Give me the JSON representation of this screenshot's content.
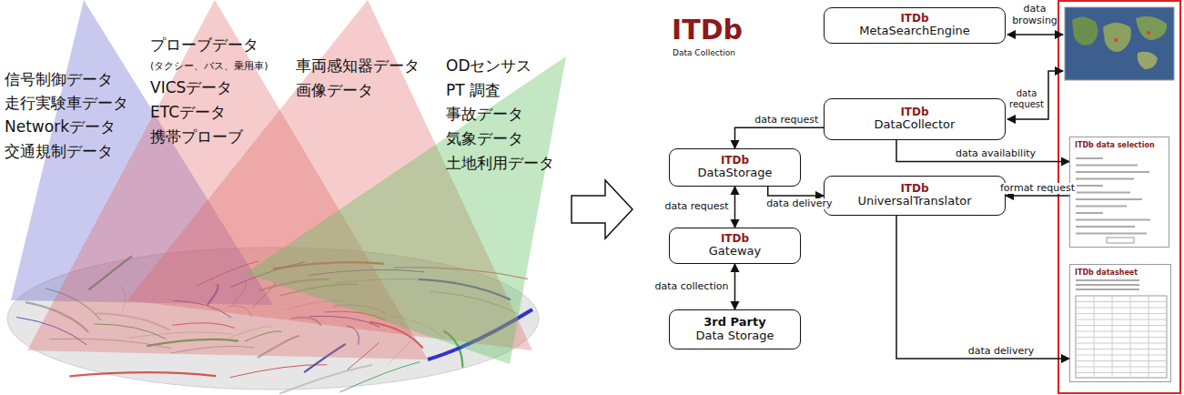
{
  "diagram": {
    "nodes": [
      {
        "text": [
          "ITDb",
          "MetaSearchEngine"
        ]
      },
      {
        "text": [
          "ITDb",
          "DataCollector"
        ]
      },
      {
        "text": [
          "ITDb",
          "DataStorage"
        ]
      },
      {
        "text": [
          "ITDb",
          "UniversalTranslator"
        ]
      },
      {
        "text": [
          "ITDb",
          "Gateway"
        ]
      },
      {
        "text": [
          "3rd Party",
          "Data Storage"
        ]
      },
      {
        "text": [
          "ITDb data selection"
        ]
      },
      {
        "text": [
          "ITDb datasheet"
        ]
      }
    ],
    "edges": [
      {
        "from": 1,
        "to": 2,
        "label": "data request",
        "arrow": "to"
      },
      {
        "from": 2,
        "to": 3,
        "label": "data delivery",
        "arrow": "to"
      },
      {
        "from": 2,
        "to": 4,
        "label": "data request",
        "arrow": "both"
      },
      {
        "from": 4,
        "to": 5,
        "label": "data collection",
        "arrow": "both"
      },
      {
        "from": 1,
        "to": 6,
        "label": "data availability",
        "arrow": "to"
      },
      {
        "from": 6,
        "to": 3,
        "label": "format request",
        "arrow": "to"
      },
      {
        "from": 3,
        "to": 7,
        "label": "data delivery",
        "arrow": "to"
      }
    ],
    "labels": [
      "信号制御データ",
      "走行実験車データ",
      "Networkデータ",
      "交通規制データ",
      "プローブデータ",
      "(タクシー、バス、乗用車)",
      "VICSデータ",
      "ETCデータ",
      "携帯プローブ",
      "車両感知器データ",
      "画像データ",
      "ODセンサス",
      "PT 調査",
      "事故データ",
      "気象データ",
      "土地利用データ",
      "ITDb",
      "Data Collection",
      "data browsing",
      "data request"
    ]
  }
}
